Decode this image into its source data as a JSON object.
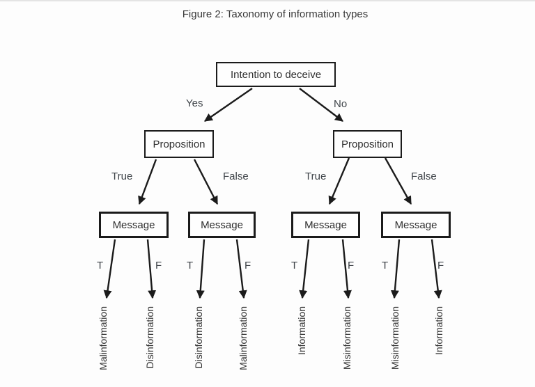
{
  "figure": {
    "caption": "Figure 2: Taxonomy of information types"
  },
  "nodes": {
    "root": "Intention to deceive",
    "propositions": [
      "Proposition",
      "Proposition"
    ],
    "messages": [
      "Message",
      "Message",
      "Message",
      "Message"
    ]
  },
  "edge_labels": {
    "yes": "Yes",
    "no": "No",
    "true_left": "True",
    "false_left": "False",
    "true_right": "True",
    "false_right": "False",
    "t": "T",
    "f": "F"
  },
  "leaves": [
    "Malinformation",
    "Disinformation",
    "Disinformation",
    "Malinformation",
    "Information",
    "Misinformation",
    "Misinformation",
    "Information"
  ],
  "colors": {
    "ink": "#1b1b1b",
    "text": "#3a3a3a",
    "background": "#fdfdfd"
  }
}
